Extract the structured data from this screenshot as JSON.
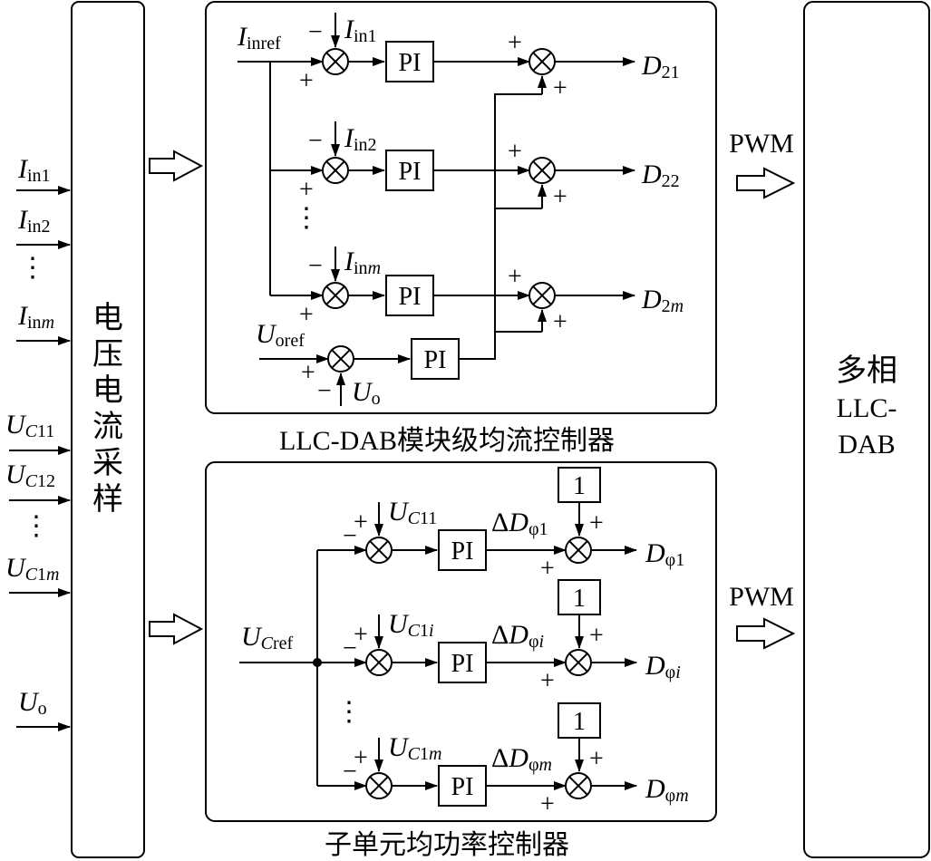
{
  "sampling": {
    "label_chars": [
      "电",
      "压",
      "电",
      "流",
      "采",
      "样"
    ]
  },
  "multiphase": {
    "line1": "多相",
    "line2": "LLC-",
    "line3": "DAB"
  },
  "inputs": {
    "i1": {
      "main": "I",
      "sub": "in1"
    },
    "i2": {
      "main": "I",
      "sub": "in2"
    },
    "im": {
      "main": "I",
      "sub": "in",
      "sub_italic": "m"
    },
    "u11": {
      "main": "U",
      "sub_italic": "C",
      "sub": "11"
    },
    "u12": {
      "main": "U",
      "sub_italic": "C",
      "sub": "12"
    },
    "u1m": {
      "main": "U",
      "sub_italic": "C",
      "sub": "1",
      "sub_tail": "m"
    },
    "uo": {
      "main": "U",
      "sub": "o"
    },
    "dots": "⋮"
  },
  "pwm": {
    "top": "PWM",
    "bottom": "PWM"
  },
  "top_controller": {
    "caption": "LLC-DAB模块级均流控制器",
    "iref": {
      "main": "I",
      "sub": "inref"
    },
    "fb1": {
      "main": "I",
      "sub": "in1"
    },
    "fb2": {
      "main": "I",
      "sub": "in2"
    },
    "fbm": {
      "main": "I",
      "sub": "in",
      "sub_italic": "m"
    },
    "uoref": {
      "main": "U",
      "sub": "oref"
    },
    "uo": {
      "main": "U",
      "sub": "o"
    },
    "pi": "PI",
    "plus": "+",
    "minus": "−",
    "dots": "⋮",
    "out1": {
      "main": "D",
      "sub": "21"
    },
    "out2": {
      "main": "D",
      "sub": "22"
    },
    "outm": {
      "main": "D",
      "sub": "2",
      "sub_italic": "m"
    }
  },
  "bottom_controller": {
    "caption": "子单元均功率控制器",
    "ucref": {
      "main": "U",
      "sub_italic": "C",
      "sub": "ref"
    },
    "fb1": {
      "main": "U",
      "sub_italic": "C",
      "sub": "11"
    },
    "fbi": {
      "main": "U",
      "sub_italic": "C",
      "sub": "1",
      "sub_tail": "i"
    },
    "fbm": {
      "main": "U",
      "sub_italic": "C",
      "sub": "1",
      "sub_tail": "m"
    },
    "pi": "PI",
    "one": "1",
    "plus": "+",
    "minus": "−",
    "dots": "⋮",
    "delta1": {
      "pre": "Δ",
      "main": "D",
      "sub": "φ1"
    },
    "deltai": {
      "pre": "Δ",
      "main": "D",
      "sub": "φ",
      "sub_italic": "i"
    },
    "deltam": {
      "pre": "Δ",
      "main": "D",
      "sub": "φ",
      "sub_italic": "m"
    },
    "out1": {
      "main": "D",
      "sub": "φ1"
    },
    "outi": {
      "main": "D",
      "sub": "φ",
      "sub_italic": "i"
    },
    "outm": {
      "main": "D",
      "sub": "φ",
      "sub_italic": "m"
    }
  }
}
